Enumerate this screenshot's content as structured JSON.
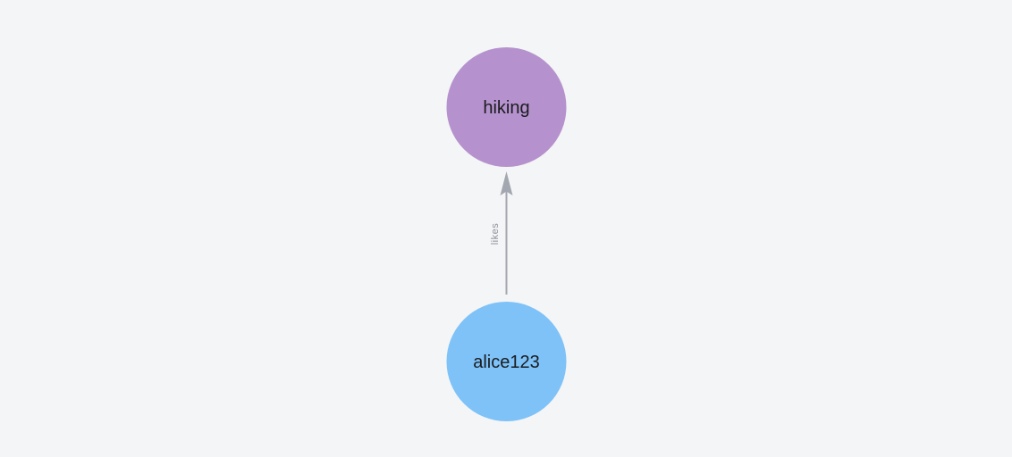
{
  "canvas": {
    "background": "#f4f5f6"
  },
  "graph": {
    "nodes": [
      {
        "label": "hiking",
        "color": "#b592cd",
        "text_color": "#1a1c1f"
      },
      {
        "label": "alice123",
        "color": "#7ec2f8",
        "text_color": "#1a1c1f"
      }
    ],
    "edges": [
      {
        "label": "likes",
        "source": "alice123",
        "target": "hiking",
        "line_color": "#a3a7af",
        "label_color": "#8d9199"
      }
    ]
  }
}
